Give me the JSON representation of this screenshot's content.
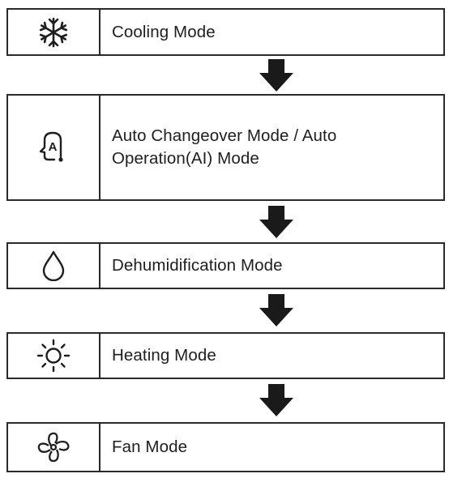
{
  "modes": [
    {
      "label": "Cooling Mode",
      "icon": "snowflake-icon"
    },
    {
      "label": "Auto Changeover Mode / Auto Operation(AI) Mode",
      "icon": "auto-mode-icon",
      "icon_text": "A"
    },
    {
      "label": "Dehumidification Mode",
      "icon": "water-drop-icon"
    },
    {
      "label": "Heating Mode",
      "icon": "sun-icon"
    },
    {
      "label": "Fan Mode",
      "icon": "fan-icon"
    }
  ],
  "colors": {
    "line": "#2a2a2a",
    "text": "#1e1e1e",
    "arrow": "#1a1a1a",
    "background": "#ffffff"
  }
}
